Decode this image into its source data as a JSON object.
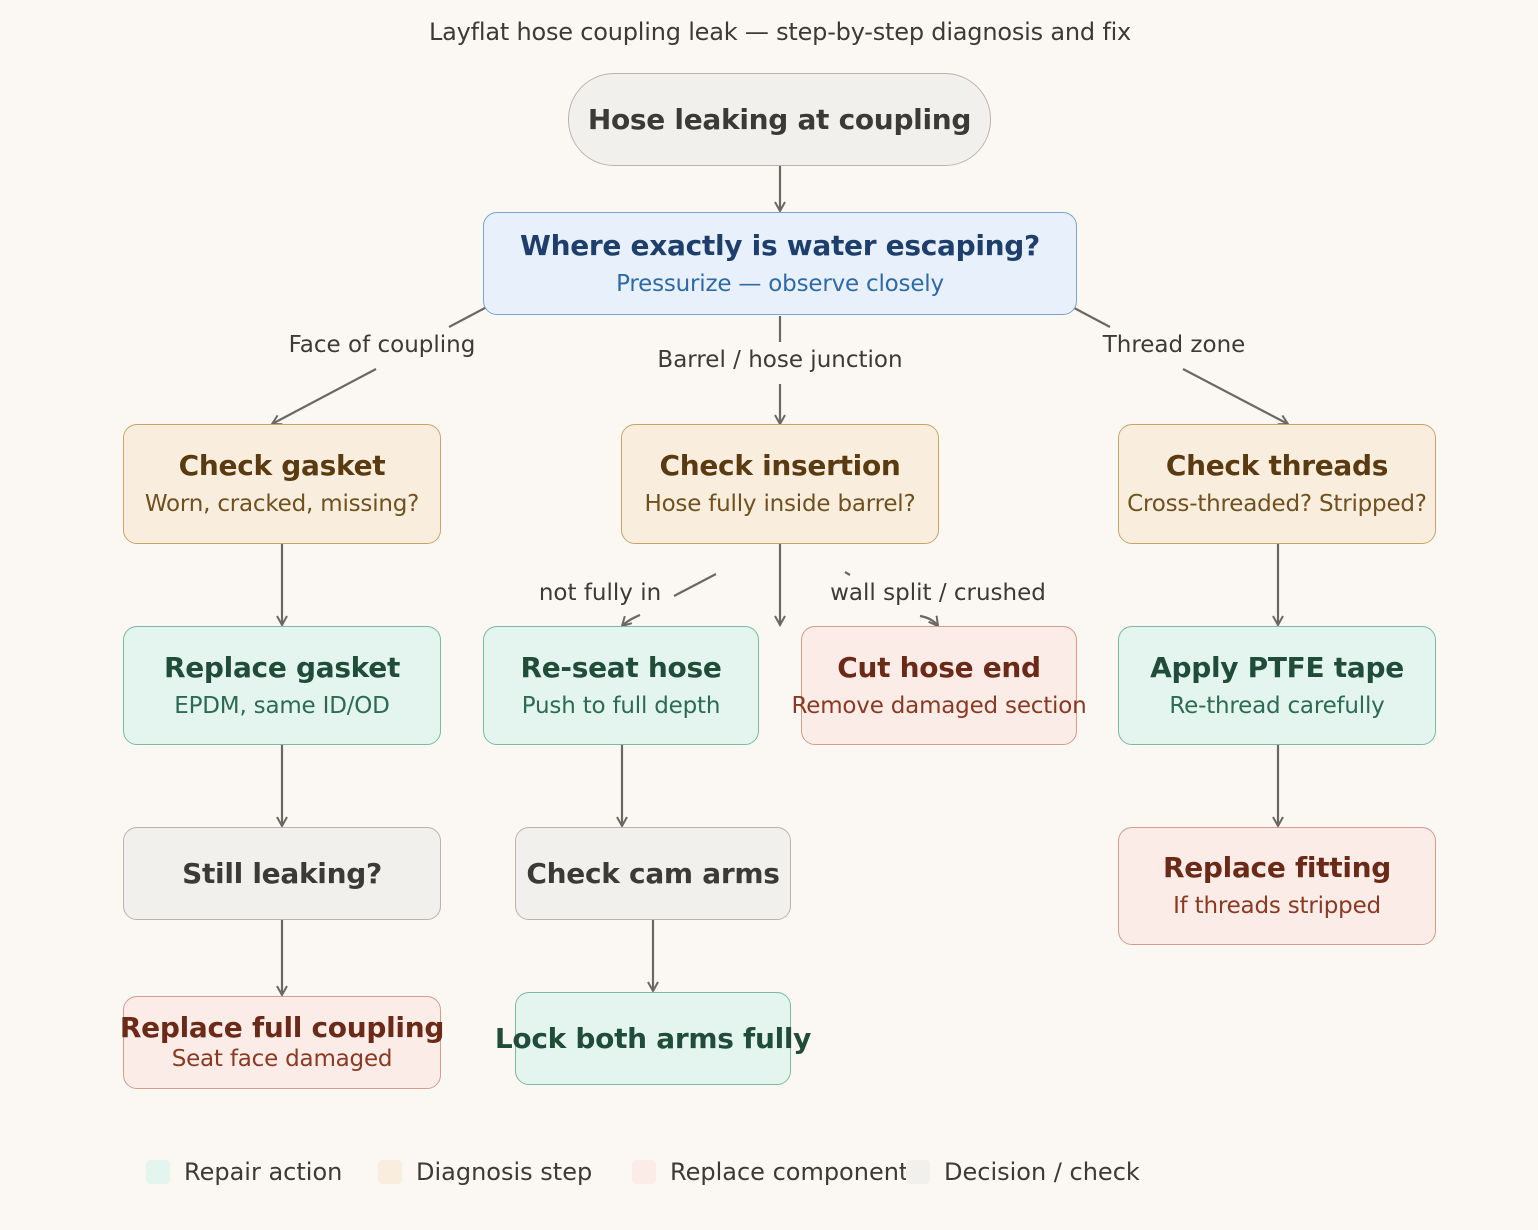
{
  "title": "Layflat hose coupling leak — step-by-step diagnosis and fix",
  "nodes": {
    "start": {
      "main": "Hose leaking at coupling"
    },
    "where": {
      "main": "Where exactly is water escaping?",
      "sub": "Pressurize — observe closely"
    },
    "gasket": {
      "main": "Check gasket",
      "sub": "Worn, cracked, missing?"
    },
    "insertion": {
      "main": "Check insertion",
      "sub": "Hose fully inside barrel?"
    },
    "threads": {
      "main": "Check threads",
      "sub": "Cross-threaded? Stripped?"
    },
    "replace_gasket": {
      "main": "Replace gasket",
      "sub": "EPDM, same ID/OD"
    },
    "reseat": {
      "main": "Re-seat hose",
      "sub": "Push to full depth"
    },
    "cut": {
      "main": "Cut hose end",
      "sub": "Remove damaged section"
    },
    "ptfe": {
      "main": "Apply PTFE tape",
      "sub": "Re-thread carefully"
    },
    "still": {
      "main": "Still leaking?"
    },
    "cam": {
      "main": "Check cam arms"
    },
    "replace_fitting": {
      "main": "Replace fitting",
      "sub": "If threads stripped"
    },
    "replace_coupling": {
      "main": "Replace full coupling",
      "sub": "Seat face damaged"
    },
    "lock": {
      "main": "Lock both arms fully"
    }
  },
  "edge_labels": {
    "face": "Face of coupling",
    "barrel": "Barrel / hose junction",
    "thread": "Thread zone",
    "not_fully": "not fully in",
    "wall": "wall split / crushed"
  },
  "legend": [
    {
      "label": "Repair action",
      "color": "#e4f5ef"
    },
    {
      "label": "Diagnosis step",
      "color": "#f9eedd"
    },
    {
      "label": "Replace component",
      "color": "#fbece7"
    },
    {
      "label": "Decision / check",
      "color": "#f2f0ec"
    }
  ]
}
